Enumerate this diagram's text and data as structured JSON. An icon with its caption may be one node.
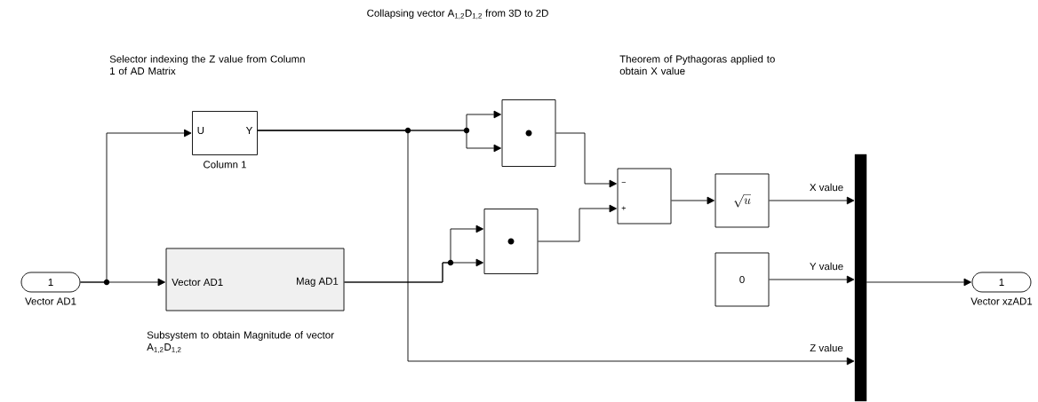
{
  "diagram": {
    "title": "Collapsing vector A$_{1,2}$D$_{1,2}$ from 3D to 2D",
    "nodes": [
      {
        "text": [
          "1"
        ],
        "beside": [
          "Vector AD1"
        ]
      },
      {
        "text": [
          "U",
          "Y"
        ],
        "beside": [
          "Column 1"
        ]
      },
      {
        "text": [
          "Vector AD1",
          "Mag AD1"
        ]
      },
      {
        "text": [],
        "shape": "box"
      },
      {
        "text": [],
        "shape": "box"
      },
      {
        "text": [
          "−",
          "+"
        ]
      },
      {
        "text": [
          "\\sqrt{u}"
        ]
      },
      {
        "text": [
          "0"
        ]
      },
      {
        "text": [],
        "shape": "bar"
      },
      {
        "text": [
          "1"
        ],
        "beside": [
          "Vector xzAD1"
        ]
      }
    ],
    "edges": [
      {
        "from": 0,
        "to": 2,
        "arrow": "to"
      },
      {
        "from": 0,
        "to": 1,
        "arrow": "to"
      },
      {
        "from": 1,
        "to": 3,
        "arrow": "to"
      },
      {
        "from": 1,
        "to": 3,
        "arrow": "to"
      },
      {
        "from": 1,
        "to": 8,
        "arrow": "to",
        "label": "Z value"
      },
      {
        "from": 2,
        "to": 4,
        "arrow": "to"
      },
      {
        "from": 2,
        "to": 4,
        "arrow": "to"
      },
      {
        "from": 3,
        "to": 5,
        "arrow": "to"
      },
      {
        "from": 4,
        "to": 5,
        "arrow": "to"
      },
      {
        "from": 5,
        "to": 6,
        "arrow": "to"
      },
      {
        "from": 6,
        "to": 8,
        "arrow": "to",
        "label": "X value"
      },
      {
        "from": 7,
        "to": 8,
        "arrow": "to",
        "label": "Y value"
      },
      {
        "from": 8,
        "to": 9,
        "arrow": "to"
      }
    ],
    "labels": [
      "Selector indexing the Z value from Column 1 of AD Matrix",
      "Theorem of Pythagoras applied to obtain X value",
      "Subsystem to obtain Magnitude of vector A$_{1,2}$D$_{1,2}$"
    ]
  }
}
